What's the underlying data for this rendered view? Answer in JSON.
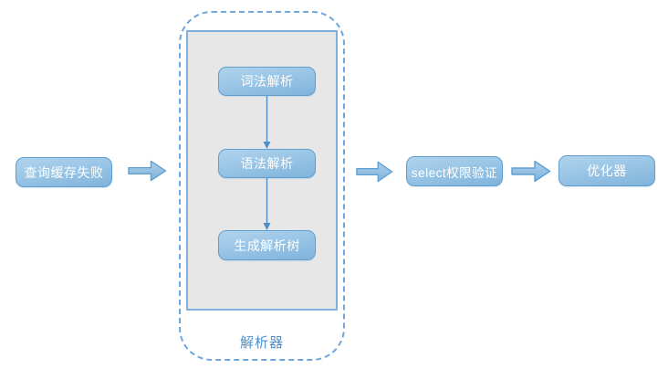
{
  "flowchart": {
    "nodes": {
      "query_cache_fail": "查询缓存失败",
      "select_auth": "select权限验证",
      "optimizer": "优化器"
    },
    "parser": {
      "label": "解析器",
      "steps": [
        "词法解析",
        "语法解析",
        "生成解析树"
      ]
    },
    "colors": {
      "node_fill_top": "#B0D3EC",
      "node_fill_bottom": "#7FB3DC",
      "node_border": "#5E9FD1",
      "node_text": "#FFFFFF",
      "container_dashed_border": "#6FA6DC",
      "inner_panel_fill": "#E7E7E7",
      "inner_panel_border": "#7FB0D9",
      "connector_blue": "#4E8FCB",
      "parser_label_text": "#4E90CC",
      "background": "#FFFFFF"
    }
  }
}
